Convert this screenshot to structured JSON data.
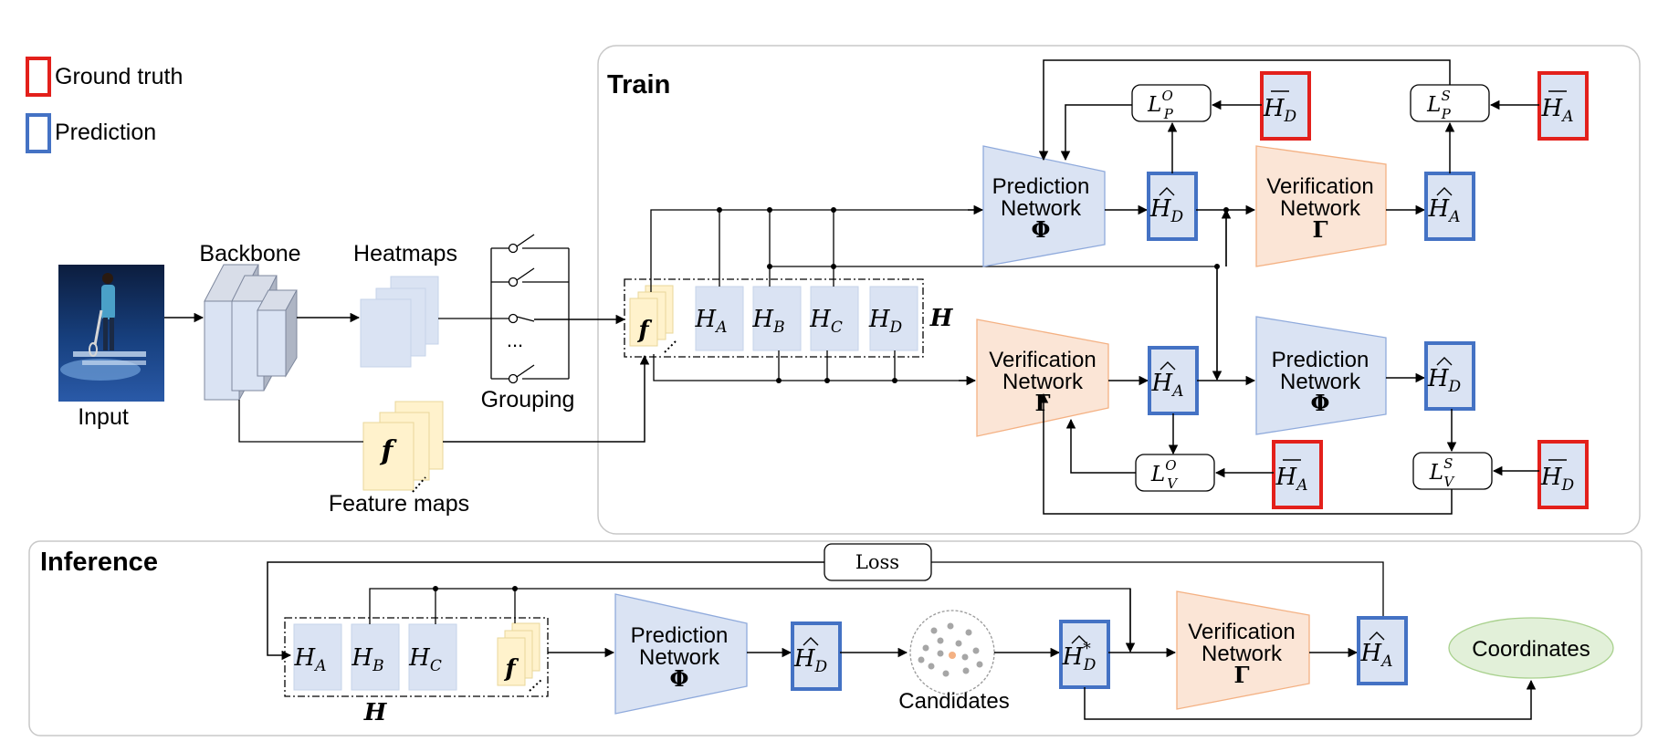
{
  "legend": {
    "ground_truth": "Ground truth",
    "prediction": "Prediction",
    "ground_truth_color": "#e3201b",
    "prediction_color": "#4472c4"
  },
  "left": {
    "input_label": "Input",
    "backbone_label": "Backbone",
    "heatmaps_label": "Heatmaps",
    "grouping_label": "Grouping",
    "grouping_ellipsis": "...",
    "feature_maps_label": "Feature maps",
    "f_symbol": "f"
  },
  "train": {
    "title": "Train",
    "group_H_label": "H",
    "prediction_network": {
      "line1": "Prediction",
      "line2": "Network",
      "symbol": "Φ"
    },
    "verification_network": {
      "line1": "Verification",
      "line2": "Network",
      "symbol": "Γ"
    },
    "heatmap_symbols": [
      "H",
      "H",
      "H",
      "H"
    ],
    "heatmap_subscripts": [
      "A",
      "B",
      "C",
      "D"
    ],
    "loss_LPO": {
      "base": "L",
      "sub": "P",
      "sup": "O"
    },
    "loss_LPS": {
      "base": "L",
      "sub": "P",
      "sup": "S"
    },
    "loss_LVO": {
      "base": "L",
      "sub": "V",
      "sup": "O"
    },
    "loss_LVS": {
      "base": "L",
      "sub": "V",
      "sup": "S"
    },
    "pred_hat_D": {
      "base": "H",
      "sub": "D"
    },
    "pred_hat_A": {
      "base": "H",
      "sub": "A"
    },
    "gt_bar_D": {
      "base": "H",
      "sub": "D"
    },
    "gt_bar_A": {
      "base": "H",
      "sub": "A"
    }
  },
  "inference": {
    "title": "Inference",
    "loss_label": "Loss",
    "group_H_label": "H",
    "heatmap_symbols": [
      "H",
      "H",
      "H"
    ],
    "heatmap_subscripts": [
      "A",
      "B",
      "C"
    ],
    "prediction_network": {
      "line1": "Prediction",
      "line2": "Network",
      "symbol": "Φ"
    },
    "verification_network": {
      "line1": "Verification",
      "line2": "Network",
      "symbol": "Γ"
    },
    "candidates_label": "Candidates",
    "coordinates_label": "Coordinates",
    "pred_hat_D": {
      "base": "H",
      "sub": "D"
    },
    "pred_star_D": {
      "base": "H",
      "sub": "D",
      "sup": "*"
    },
    "pred_hat_A": {
      "base": "H",
      "sub": "A"
    }
  },
  "colors": {
    "blue_fill": "#dae3f3",
    "blue_stroke": "#8faadc",
    "orange_fill": "#fbe5d6",
    "orange_stroke": "#f4b183",
    "yellow_fill": "#fff2cc",
    "green_fill": "#e2f0d9",
    "green_stroke": "#a9d18e"
  }
}
